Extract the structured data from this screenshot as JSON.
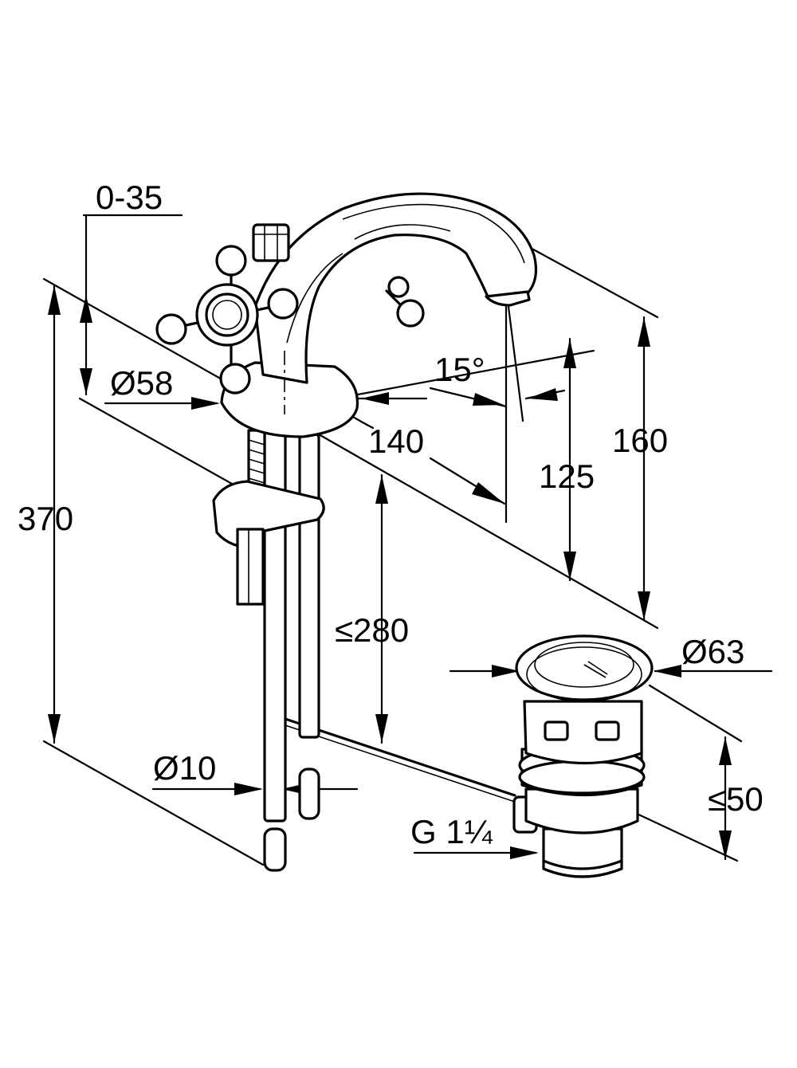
{
  "dimensions": {
    "clamp_range": "0-35",
    "deck_diameter": "Ø58",
    "total_height": "370",
    "spout_reach": "140",
    "swivel_angle": "15°",
    "outlet_height": "125",
    "spout_height": "160",
    "supply_length": "≤280",
    "waste_diameter": "Ø63",
    "waste_length": "≤50",
    "supply_pipe_diameter": "Ø10",
    "waste_thread": "G 1¼"
  },
  "colors": {
    "line": "#000000",
    "background": "#ffffff"
  }
}
